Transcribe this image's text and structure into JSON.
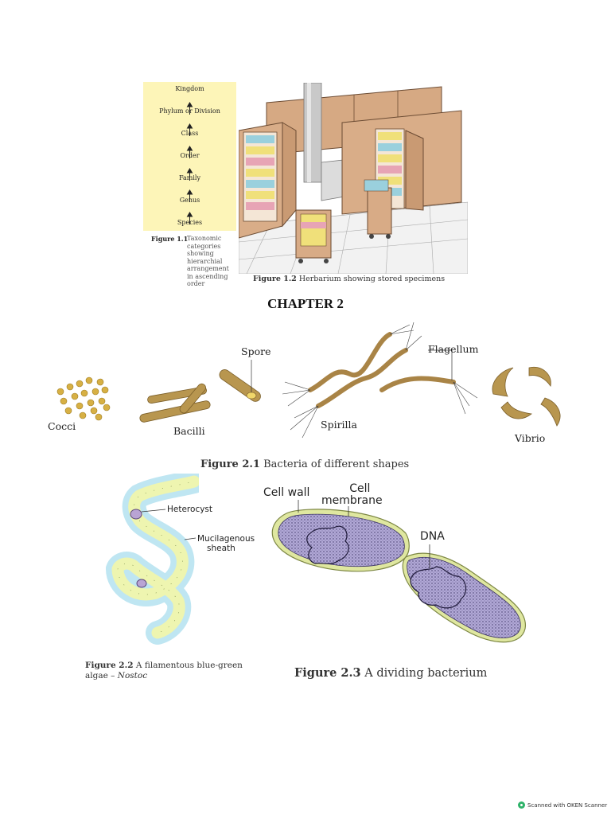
{
  "figure_1_1": {
    "levels": [
      "Kingdom",
      "Phylum or Division",
      "Class",
      "Order",
      "Family",
      "Genus",
      "Species"
    ],
    "caption_number": "Figure 1.1",
    "caption_text": "Taxonomic categories showing hierarchial arrangement in ascending order"
  },
  "figure_1_2": {
    "caption_number": "Figure 1.2",
    "caption_text": "Herbarium showing stored specimens"
  },
  "chapter_title": "CHAPTER 2",
  "figure_2_1": {
    "labels": {
      "cocci": "Cocci",
      "bacilli": "Bacilli",
      "spore": "Spore",
      "spirilla": "Spirilla",
      "flagellum": "Flagellum",
      "vibrio": "Vibrio"
    },
    "caption_number": "Figure 2.1",
    "caption_text": "Bacteria of different shapes"
  },
  "figure_2_2": {
    "labels": {
      "heterocyst": "Heterocyst",
      "sheath_line1": "Mucilagenous",
      "sheath_line2": "sheath"
    },
    "caption_number": "Figure 2.2",
    "caption_text": "A filamentous blue-green algae –",
    "caption_italic": "Nostoc"
  },
  "figure_2_3": {
    "labels": {
      "cell_wall": "Cell wall",
      "membrane_line1": "Cell",
      "membrane_line2": "membrane",
      "dna": "DNA"
    },
    "caption_number": "Figure 2.3",
    "caption_text": "A dividing bacterium"
  },
  "footer": {
    "scanner_text": "Scanned with OKEN Scanner"
  },
  "colors": {
    "taxonomy_panel": "#fdf5b8",
    "bacteria_tan": "#b8964f",
    "nostoc_cell": "#eef5b0",
    "nostoc_sheath": "#bfe6f2",
    "bacterium_body": "#a99fcc",
    "bacterium_wall": "#dfe7a0"
  }
}
